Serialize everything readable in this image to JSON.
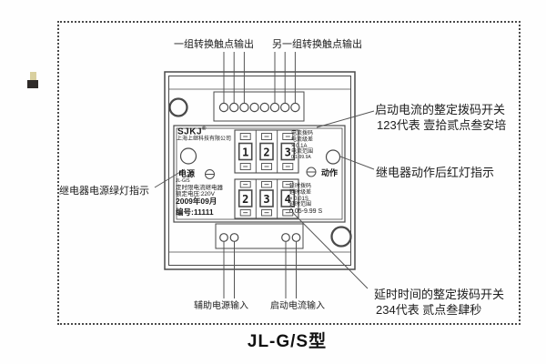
{
  "title": "JL-G/S型",
  "annotations": {
    "top_left": "一组转换触点输出",
    "top_right": "另一组转换触点输出",
    "right_1a": "启动电流的整定拨码开关",
    "right_1b": "123代表 壹拾贰点叁安培",
    "right_2": "继电器动作后红灯指示",
    "right_3a": "延时时间的整定拨码开关",
    "right_3b": "234代表 贰点叁肆秒",
    "left_1": "继电器电源绿灯指示",
    "bottom_1": "辅助电源输入",
    "bottom_2": "启动电流输入"
  },
  "panel": {
    "brand": "SJKJ",
    "brand_reg": "®",
    "company": "上海上继科技有限公司",
    "power_label": "电源",
    "action_label": "动作",
    "model_small": "JL-G/S",
    "device_type": "定时限电流继电器",
    "rated_voltage": "额定电压:220V",
    "date": "2009年09月",
    "serial": "编号:11111",
    "current_block": [
      "电流拨码",
      "电流级差",
      "× 0.1A",
      "电流范围",
      "0.1-99.9A"
    ],
    "delay_block": [
      "延时拨码",
      "延时级差",
      "× 0.01S",
      "延时范围",
      "0.05-9.99 S"
    ],
    "dip_top_digits": [
      "1",
      "2",
      "3"
    ],
    "dip_bottom_digits": [
      "2",
      "3",
      "4"
    ]
  },
  "colors": {
    "line": "#4a4a4a",
    "leader": "#555555",
    "text": "#1a1a1a"
  }
}
